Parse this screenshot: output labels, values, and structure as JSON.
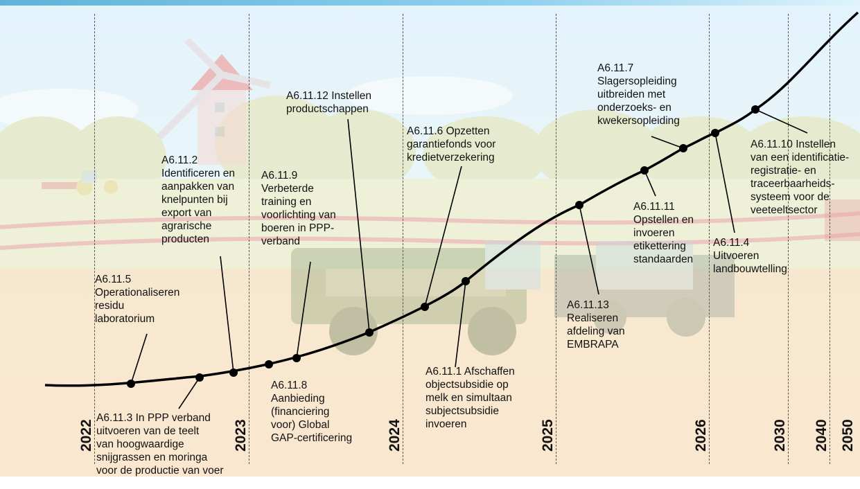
{
  "years": [
    "2022",
    "2023",
    "2024",
    "2025",
    "2026",
    "2030",
    "2040",
    "2050"
  ],
  "milestones": [
    {
      "id": "A6.11.5",
      "text": "A6.11.5\nOperationaliseren\nresidu\nlaboratorium"
    },
    {
      "id": "A6.11.3",
      "text": "A6.11.3 In PPP verband\nuitvoeren  van de teelt\nvan hoogwaardige\nsnijgrassen en moringa\nvoor de productie van voer"
    },
    {
      "id": "A6.11.2",
      "text": "A6.11.2\nIdentificeren en\naanpakken van\nknelpunten bij\nexport van\nagrarische\nproducten"
    },
    {
      "id": "A6.11.8",
      "text": "A6.11.8\nAanbieding\n(financiering\nvoor) Global\nGAP-certificering"
    },
    {
      "id": "A6.11.9",
      "text": "A6.11.9\nVerbeterde\ntraining en\nvoorlichting van\nboeren in PPP-\nverband"
    },
    {
      "id": "A6.11.12",
      "text": "A6.11.12 Instellen\nproductschappen"
    },
    {
      "id": "A6.11.6",
      "text": "A6.11.6 Opzetten\ngarantiefonds voor\nkredietverzekering"
    },
    {
      "id": "A6.11.1",
      "text": "A6.11.1 Afschaffen\nobjectsubsidie op\nmelk en simultaan\nsubjectsubsidie\ninvoeren"
    },
    {
      "id": "A6.11.13",
      "text": "A6.11.13\nRealiseren\nafdeling van\nEMBRAPA"
    },
    {
      "id": "A6.11.11",
      "text": "A6.11.11\nOpstellen en\ninvoeren\netikettering\nstandaarden"
    },
    {
      "id": "A6.11.7",
      "text": "A6.11.7\nSlagersopleiding\nuitbreiden met\nonderzoeks- en\nkwekersopleiding"
    },
    {
      "id": "A6.11.4",
      "text": "A6.11.4\nUitvoeren\nlandbouwtelling"
    },
    {
      "id": "A6.11.10",
      "text": "A6.11.10 Instellen\nvan een identificatie-\nregistratie- en\ntraceerbaarheids-\nsysteem voor de\nveeteeltsector"
    }
  ]
}
